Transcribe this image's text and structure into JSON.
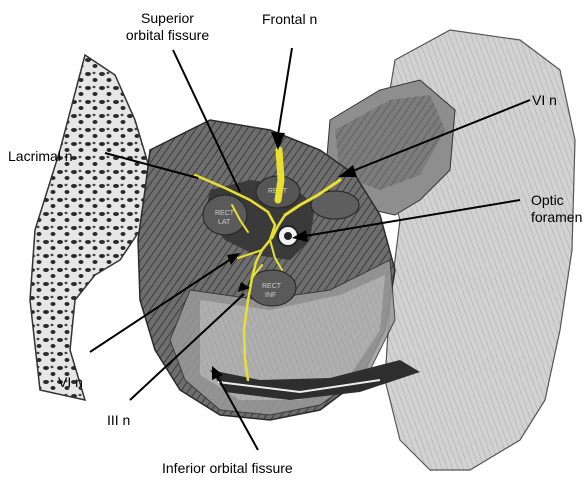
{
  "labels": {
    "superior_orbital_fissure": [
      "Superior",
      "orbital fissure"
    ],
    "frontal_n": "Frontal n",
    "vi_n_top": "VI n",
    "lacrimal_n": "Lacrimal n",
    "optic_foramen": [
      "Optic",
      "foramen"
    ],
    "vi_n_bottom": "VI n",
    "iii_n": "III n",
    "inferior_orbital_fissure": "Inferior orbital fissure"
  },
  "colors": {
    "nerve": "#e8e030",
    "bone_dark": "#4a4a4a",
    "bone_mid": "#7a7a7a",
    "bone_light": "#c4c4c4",
    "leader": "#000000"
  }
}
